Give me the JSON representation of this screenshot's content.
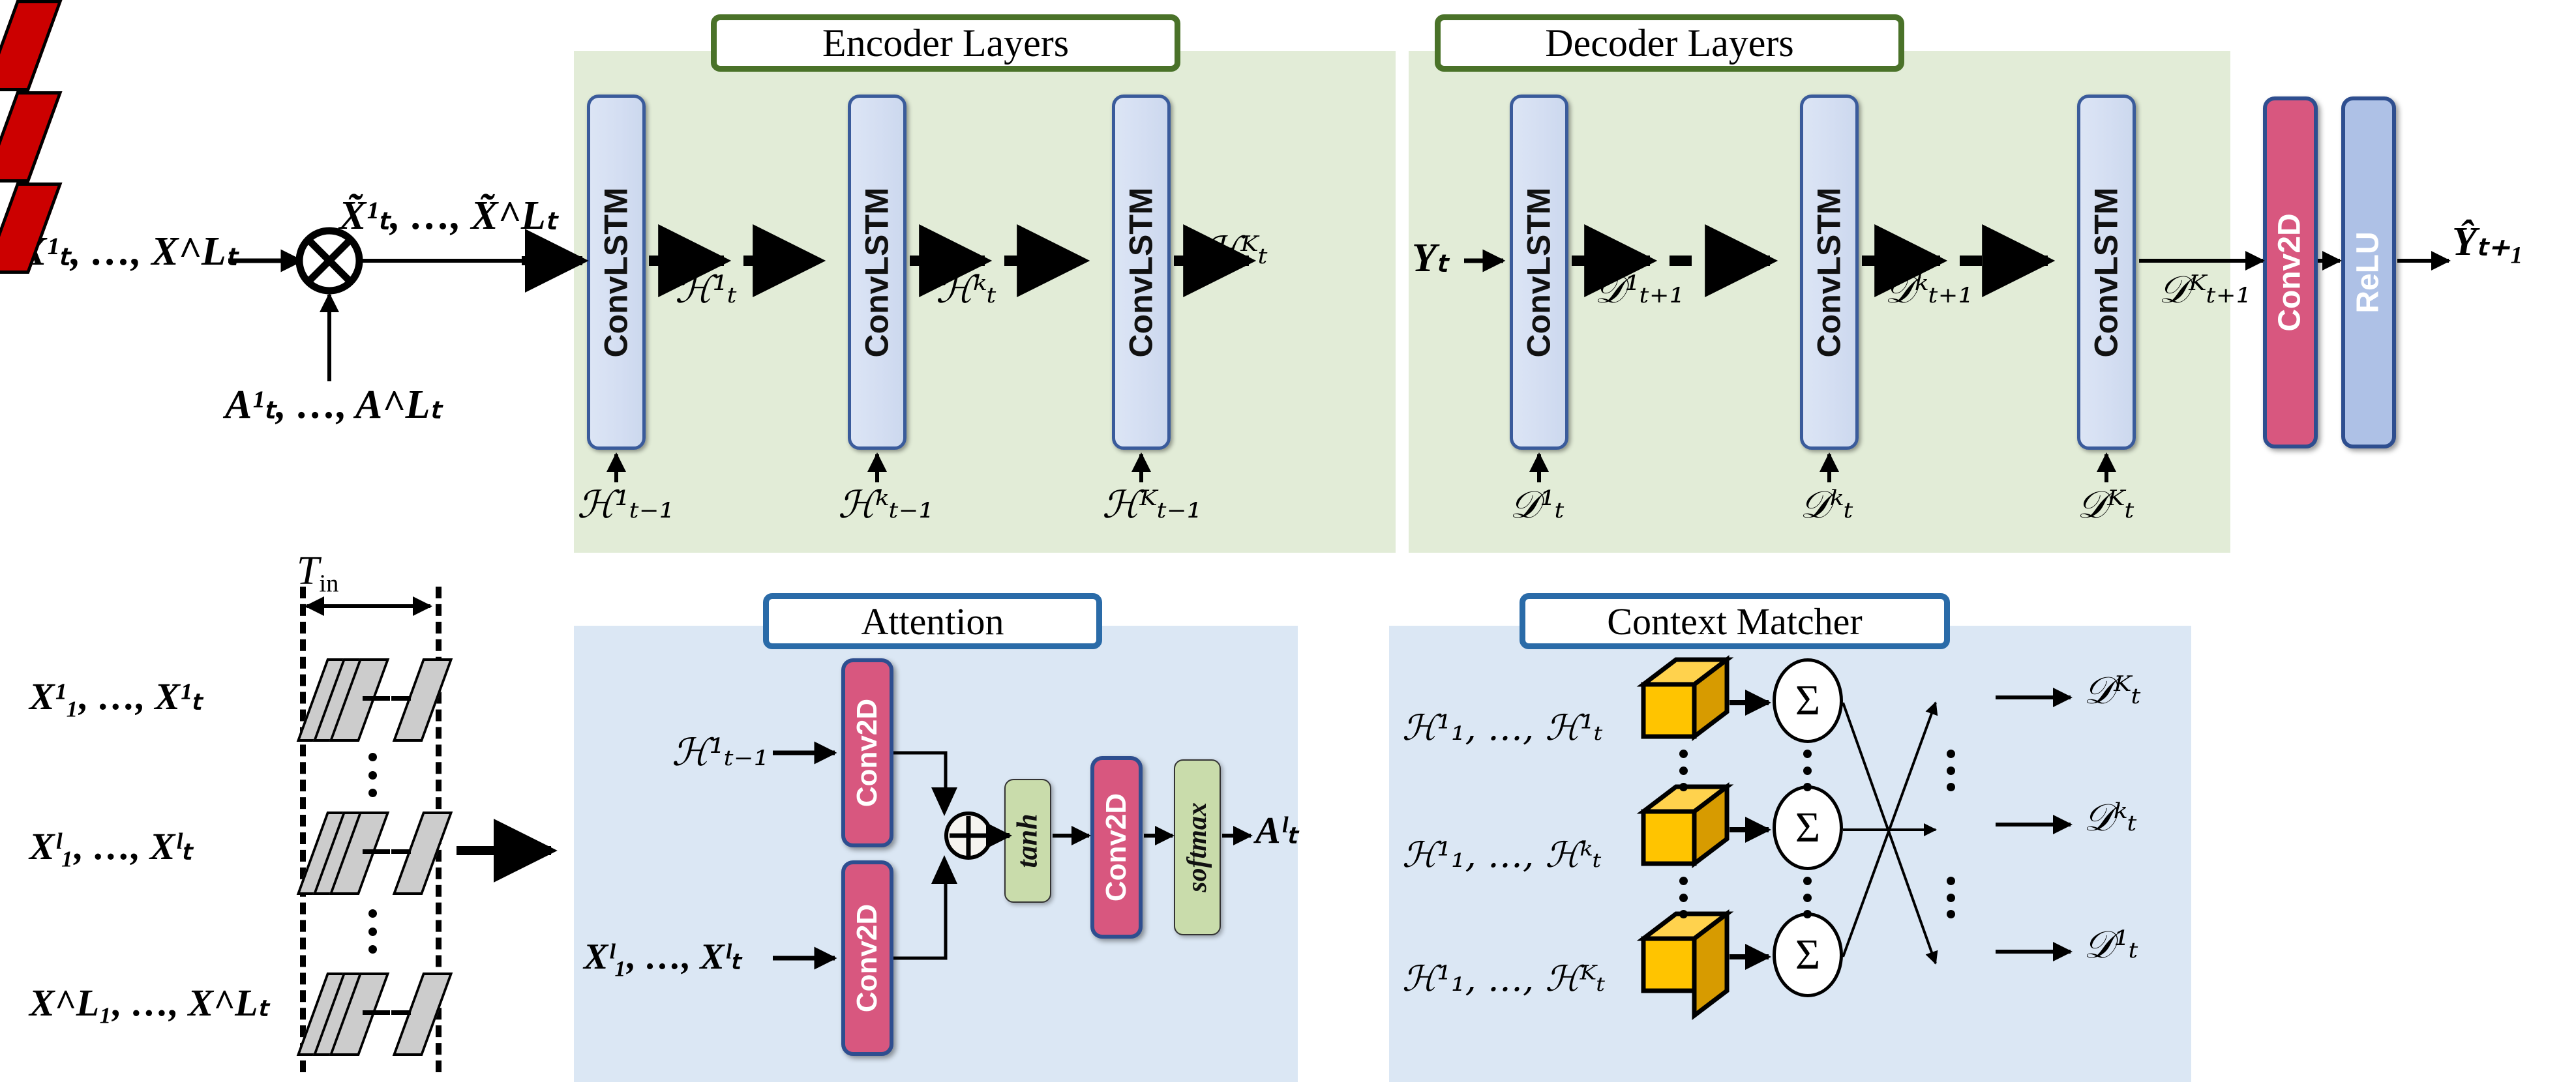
{
  "figure": {
    "type": "neural-network-architecture-diagram",
    "description": "Attention-based ConvLSTM encoder-decoder with Context Matcher"
  },
  "panels": {
    "encoder": {
      "title": "Encoder Layers",
      "accent": "#4a7229",
      "bg": "#e2ecd7"
    },
    "decoder": {
      "title": "Decoder Layers",
      "accent": "#4a7229",
      "bg": "#e2ecd7"
    },
    "attention": {
      "title": "Attention",
      "accent": "#2a6ba8",
      "bg": "#dbe7f4"
    },
    "context_matcher": {
      "title": "Context Matcher",
      "accent": "#2a6ba8",
      "bg": "#dbe7f4"
    }
  },
  "colors": {
    "convlstm_fill": "#d8e2f3",
    "convlstm_border": "#3a5b9b",
    "conv2d_fill": "#d8577f",
    "conv2d_border": "#2e4e8f",
    "relu_fill": "#aec1e6",
    "activation_fill": "#c9dcab",
    "cube_top": "#ffd24d",
    "cube_front": "#ffc400",
    "cube_side": "#d79b00",
    "plane_red": "#cc0000",
    "plane_gray": "#cccccc",
    "panel_green": "#e2ecd7",
    "panel_blue": "#dbe7f4"
  },
  "input_row": {
    "x_label": "X¹ₜ, …, X^Lₜ",
    "a_label": "A¹ₜ, …, A^Lₜ",
    "operator": "⊗",
    "product_label": "X̃¹ₜ, …, X̃^Lₜ"
  },
  "encoder": {
    "block_label": "ConvLSTM",
    "blocks": [
      {
        "label": "ConvLSTM",
        "out": "ℋ¹ₜ",
        "state": "ℋ¹ₜ₋₁"
      },
      {
        "label": "ConvLSTM",
        "out": "ℋᵏₜ",
        "state": "ℋᵏₜ₋₁"
      },
      {
        "label": "ConvLSTM",
        "out": "ℋᴷₜ",
        "state": "ℋᴷₜ₋₁"
      }
    ]
  },
  "decoder": {
    "block_label": "ConvLSTM",
    "input_label": "Yₜ",
    "blocks": [
      {
        "label": "ConvLSTM",
        "out": "𝒟¹ₜ₊₁",
        "state": "𝒟¹ₜ"
      },
      {
        "label": "ConvLSTM",
        "out": "𝒟ᵏₜ₊₁",
        "state": "𝒟ᵏₜ"
      },
      {
        "label": "ConvLSTM",
        "out": "𝒟ᴷₜ₊₁",
        "state": "𝒟ᴷₜ"
      }
    ]
  },
  "head": {
    "conv2d_label": "Conv2D",
    "relu_label": "ReLU",
    "output_label": "Ŷₜ₊₁"
  },
  "input_stack": {
    "time_label": "T",
    "time_sub": "in",
    "rows": [
      {
        "label": "X¹₁, …, X¹ₜ"
      },
      {
        "label": "Xˡ₁, …, Xˡₜ"
      },
      {
        "label": "X^L₁, …, X^Lₜ"
      }
    ]
  },
  "attention": {
    "input_top": "ℋ¹ₜ₋₁",
    "input_bottom": "Xˡ₁, …, Xˡₜ",
    "conv_top_label": "Conv2D",
    "conv_bottom_label": "Conv2D",
    "sum_operator": "⊕",
    "tanh_label": "tanh",
    "conv_mid_label": "Conv2D",
    "softmax_label": "softmax",
    "output": "Aˡₜ"
  },
  "context_matcher": {
    "sum_operator": "Σ",
    "rows": [
      {
        "input": "ℋ¹₁, …, ℋ¹ₜ",
        "output": "𝒟ᴷₜ"
      },
      {
        "input": "ℋ¹₁, …, ℋᵏₜ",
        "output": "𝒟ᵏₜ"
      },
      {
        "input": "ℋ¹₁, …, ℋᴷₜ",
        "output": "𝒟¹ₜ"
      }
    ]
  }
}
